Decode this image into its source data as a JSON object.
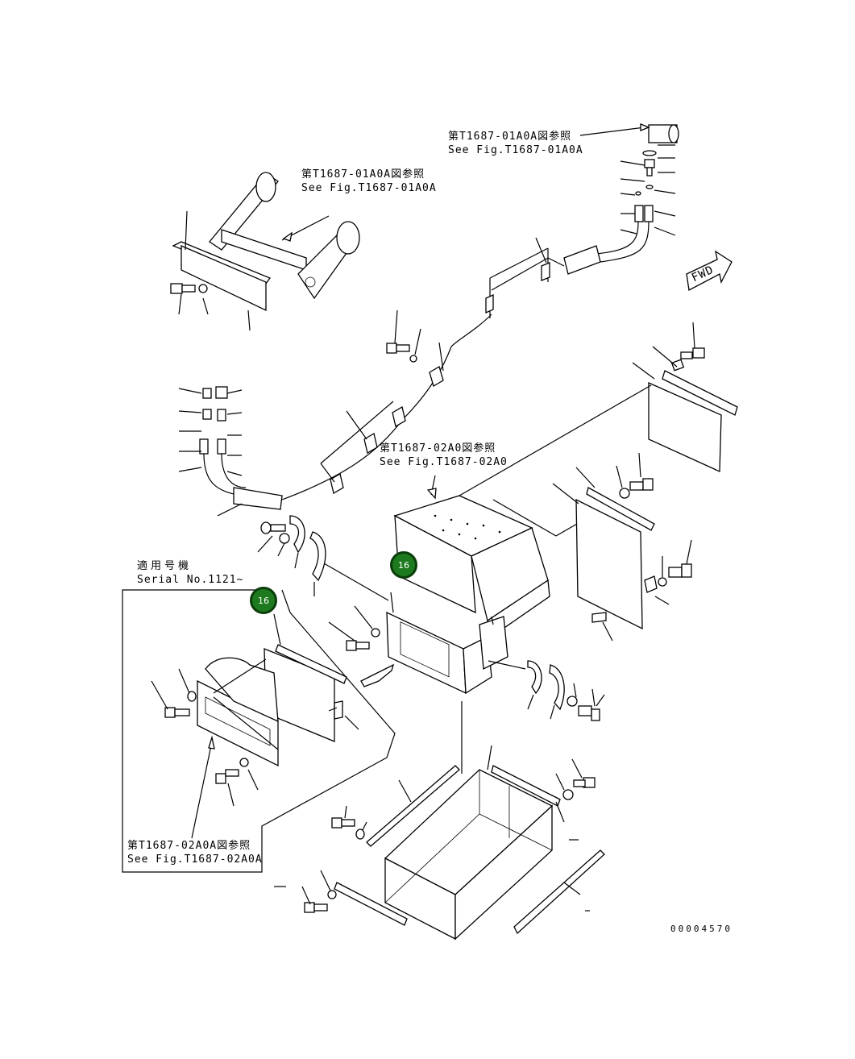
{
  "references": {
    "top_right": {
      "jp": "第T1687-01A0A図参照",
      "en": "See Fig.T1687-01A0A"
    },
    "top_left": {
      "jp": "第T1687-01A0A図参照",
      "en": "See Fig.T1687-01A0A"
    },
    "center": {
      "jp": "第T1687-02A0図参照",
      "en": "See Fig.T1687-02A0"
    },
    "bottom_left": {
      "jp": "第T1687-02A0A図参照",
      "en": "See Fig.T1687-02A0A"
    }
  },
  "serial_box": {
    "jp": "適用号機",
    "en": "Serial No.1121~"
  },
  "fwd_label": "FWD",
  "callouts": [
    {
      "id": "callout-16-main",
      "label": "16",
      "color": "#1e7a1e"
    },
    {
      "id": "callout-16-serial",
      "label": "16",
      "color": "#1e7a1e"
    }
  ],
  "drawing_number": "00004570"
}
